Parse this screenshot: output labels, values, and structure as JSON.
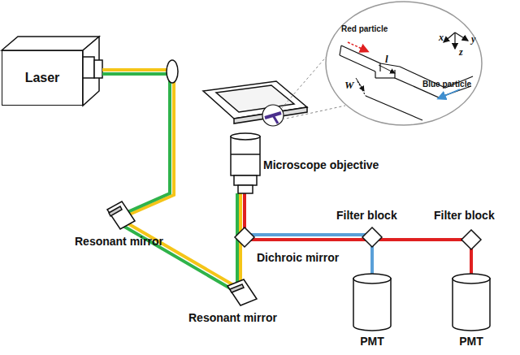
{
  "diagram": {
    "nodes": [
      {
        "text": [
          "Laser"
        ]
      },
      {
        "text": [
          "PMT"
        ]
      },
      {
        "text": [
          "PMT"
        ]
      }
    ],
    "labels": [
      "Resonant mirror",
      "Resonant mirror",
      "Microscope objective",
      "Dichroic mirror",
      "Filter block",
      "Filter block",
      "Red particle",
      "Blue particle",
      "x",
      "y",
      "z",
      "l",
      "W"
    ]
  }
}
